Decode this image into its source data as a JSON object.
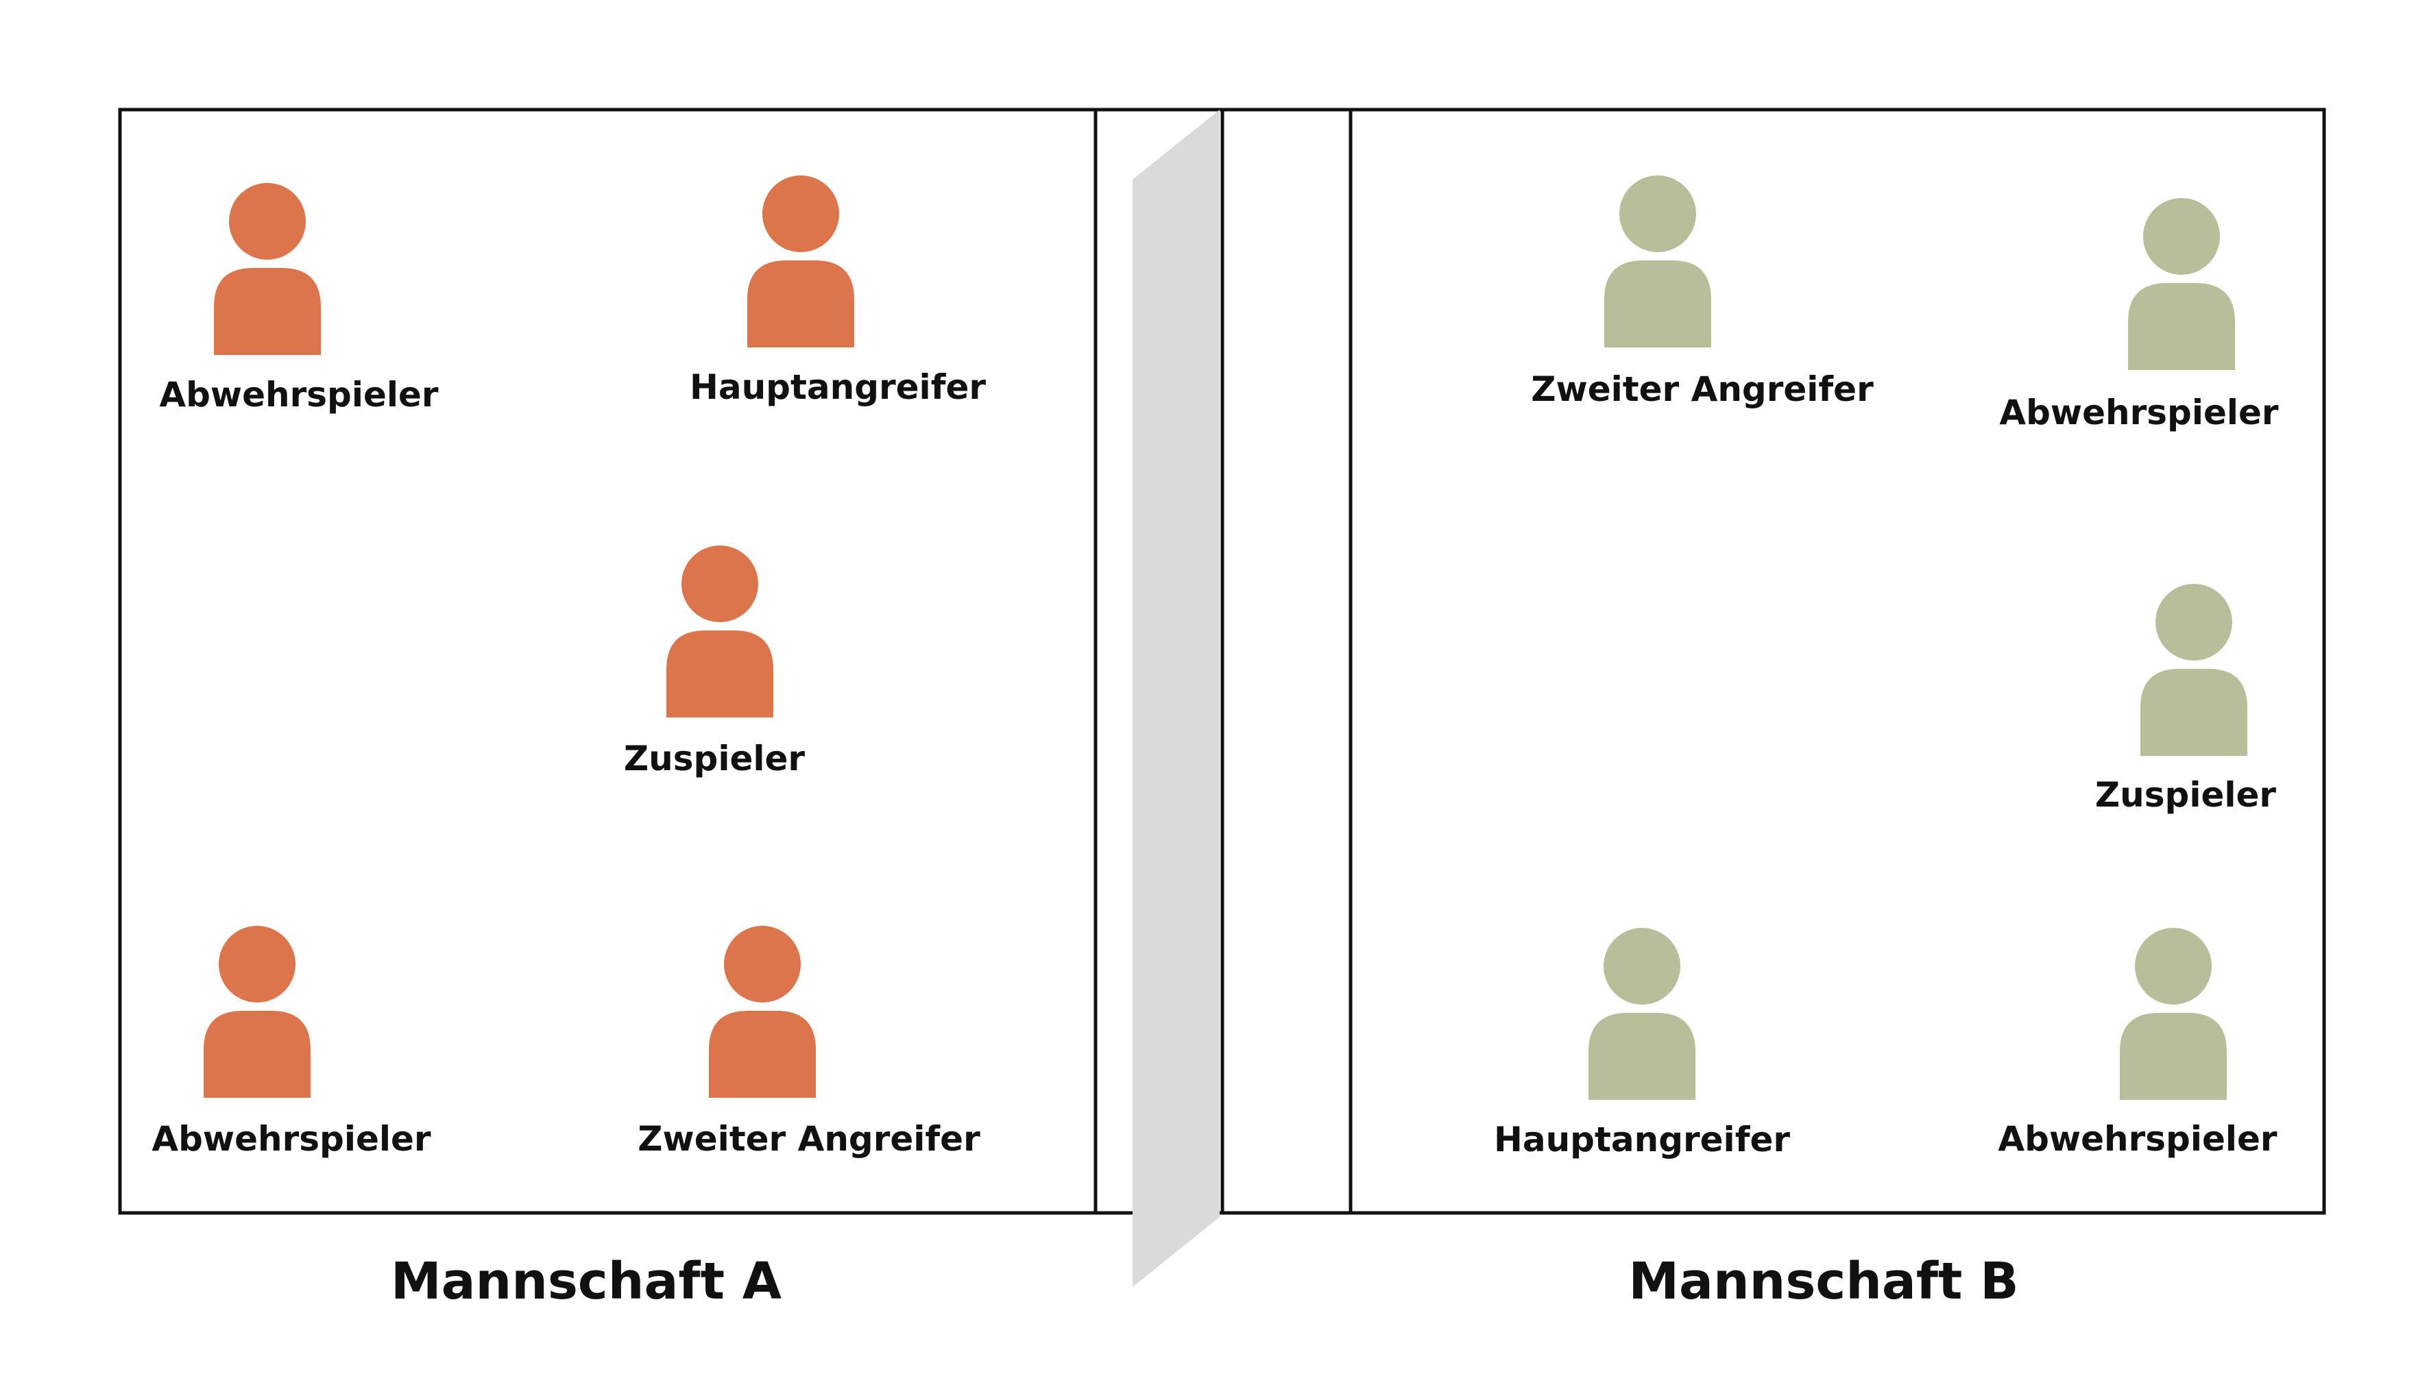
{
  "colors": {
    "team_a": "#DC754C",
    "team_b": "#B6BF99",
    "net": "#DADADA",
    "lines": "#111111"
  },
  "icon": "person-icon",
  "teams": {
    "a": {
      "name": "Mannschaft A",
      "players": [
        {
          "role": "Abwehrspieler"
        },
        {
          "role": "Hauptangreifer"
        },
        {
          "role": "Zuspieler"
        },
        {
          "role": "Abwehrspieler"
        },
        {
          "role": "Zweiter Angreifer"
        }
      ]
    },
    "b": {
      "name": "Mannschaft B",
      "players": [
        {
          "role": "Zweiter Angreifer"
        },
        {
          "role": "Abwehrspieler"
        },
        {
          "role": "Zuspieler"
        },
        {
          "role": "Hauptangreifer"
        },
        {
          "role": "Abwehrspieler"
        }
      ]
    }
  }
}
